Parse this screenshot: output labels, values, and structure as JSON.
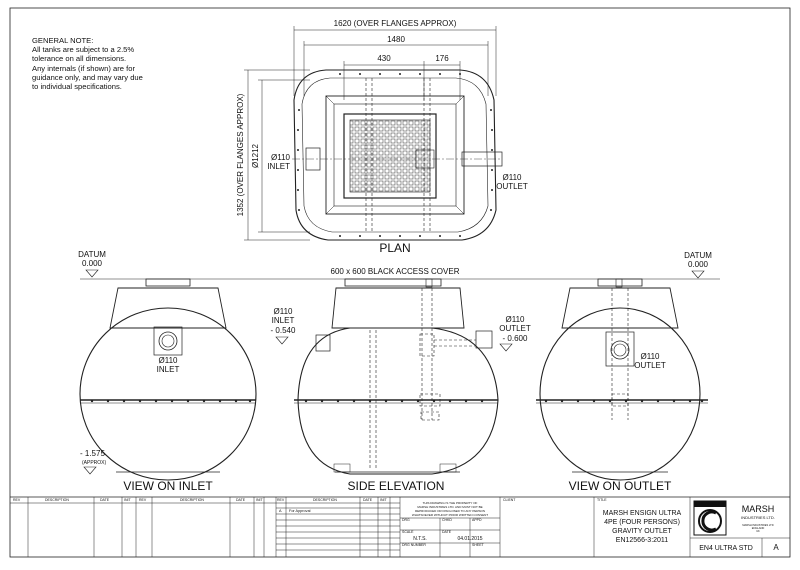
{
  "general_note": {
    "title": "GENERAL NOTE:",
    "lines": [
      "All tanks are subject to a 2.5%",
      "tolerance on all dimensions.",
      "Any internals (if shown) are for",
      "guidance only, and may vary due",
      "to individual specifications."
    ]
  },
  "plan": {
    "dim_overall": "1620 (OVER FLANGES APPROX)",
    "dim_width": "1480",
    "dim_a": "430",
    "dim_b": "176",
    "dim_side": "1352 (OVER FLANGES APPROX)",
    "dim_inner": "Ø1212",
    "inlet": [
      "Ø110",
      "INLET"
    ],
    "outlet": [
      "Ø110",
      "OUTLET"
    ],
    "title": "PLAN"
  },
  "elevations": {
    "datum_left": [
      "DATUM",
      "0.000"
    ],
    "datum_right": [
      "DATUM",
      "0.000"
    ],
    "access_cover": "600 x 600 BLACK ACCESS COVER",
    "inlet_label": [
      "Ø110",
      "INLET"
    ],
    "outlet_label": [
      "Ø110",
      "OUTLET"
    ],
    "side_inlet": [
      "Ø110",
      "INLET",
      "- 0.540"
    ],
    "side_outlet": [
      "Ø110",
      "OUTLET",
      "- 0.600"
    ],
    "invert": [
      "- 1.575",
      "(APPROX)"
    ],
    "view_inlet": "VIEW ON INLET",
    "side_elevation": "SIDE ELEVATION",
    "view_outlet": "VIEW ON OUTLET"
  },
  "title_block": {
    "title": [
      "MARSH ENSIGN ULTRA",
      "4PE (FOUR PERSONS)",
      "GRAVITY OUTLET",
      "EN12566-3:2011"
    ],
    "scale": "N.T.S.",
    "date": "04.01.2015",
    "logo": "MARSH",
    "company": [
      "MARSH",
      "INDUSTRIES LTD."
    ],
    "drawing_no": "EN4 ULTRA STD",
    "revision": "A",
    "rev_note": "For Approval"
  }
}
